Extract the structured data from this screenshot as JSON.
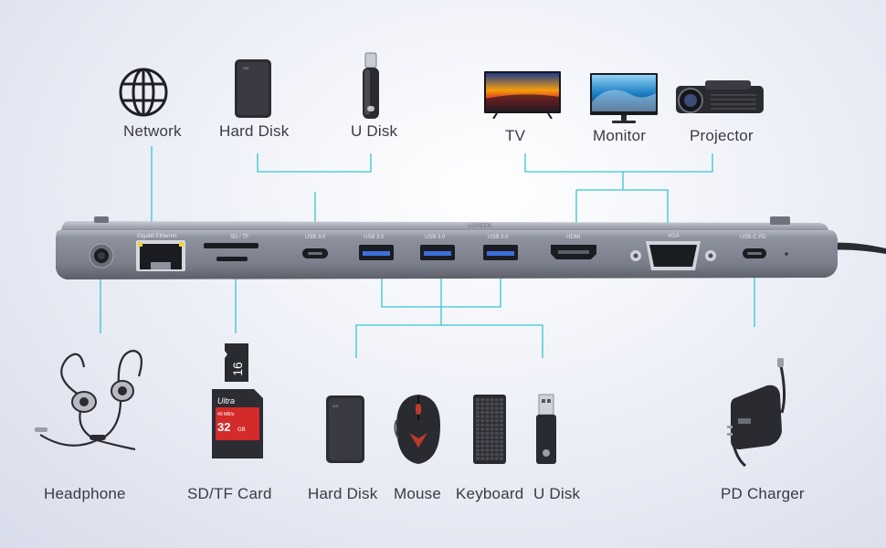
{
  "brand": "UGREEN",
  "top_labels": {
    "network": "Network",
    "hard_disk": "Hard Disk",
    "u_disk": "U Disk",
    "tv": "TV",
    "monitor": "Monitor",
    "projector": "Projector"
  },
  "bottom_labels": {
    "headphone": "Headphone",
    "sd_tf_card": "SD/TF Card",
    "hard_disk": "Hard Disk",
    "mouse": "Mouse",
    "keyboard": "Keyboard",
    "u_disk": "U Disk",
    "pd_charger": "PD Charger"
  },
  "ports": {
    "ethernet": "Gigabit Ethernet",
    "sd_tf": "SD / TF",
    "usbc_data": "USB 3.0",
    "usb_a1": "USB 3.0",
    "usb_a2": "USB 3.0",
    "usb_a3": "USB 3.0",
    "hdmi": "HDMI",
    "vga": "VGA",
    "usbc_pd": "USB-C PD"
  },
  "card_text": {
    "microsd_capacity": "16",
    "sd_brand": "Ultra",
    "sd_speed": "40 MB/s",
    "sd_capacity": "32",
    "sd_unit": "GB"
  },
  "colors": {
    "accent_line": "#35c6d2",
    "hub_body": "#8c909c",
    "port_dark": "#1b1c22",
    "ethernet_led": "#f0d23a",
    "label_text": "#3a3a44"
  }
}
